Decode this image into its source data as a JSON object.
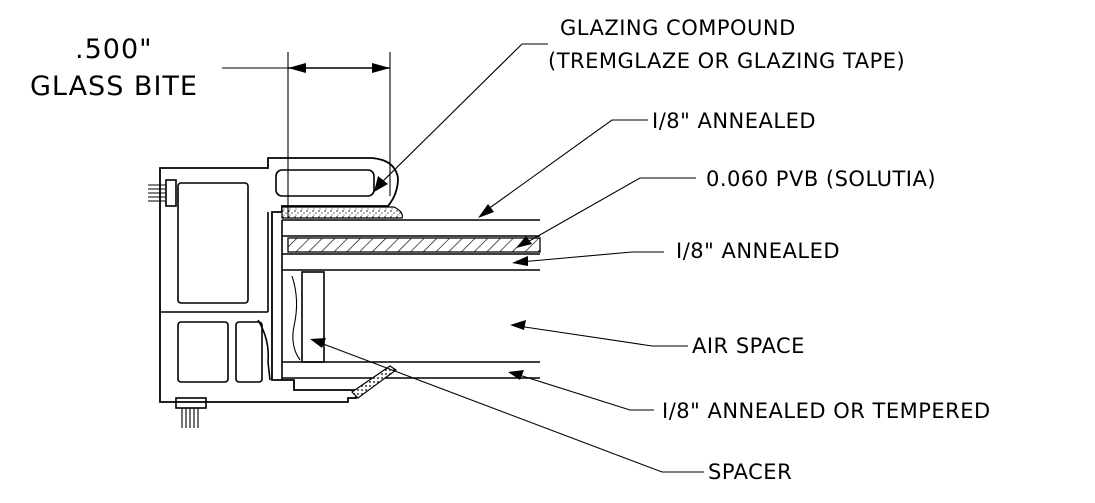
{
  "diagram": {
    "dimension": {
      "value": ".500\"",
      "label": "GLASS BITE"
    },
    "callouts": [
      {
        "id": "glazing-compound",
        "lines": [
          "GLAZING COMPOUND",
          "(TREMGLAZE OR GLAZING TAPE)"
        ]
      },
      {
        "id": "lite-outer",
        "lines": [
          "I/8\" ANNEALED"
        ]
      },
      {
        "id": "interlayer",
        "lines": [
          "0.060 PVB (SOLUTIA)"
        ]
      },
      {
        "id": "lite-inner",
        "lines": [
          "I/8\" ANNEALED"
        ]
      },
      {
        "id": "air-space",
        "lines": [
          "AIR SPACE"
        ]
      },
      {
        "id": "lite-bottom",
        "lines": [
          "I/8\" ANNEALED OR TEMPERED"
        ]
      },
      {
        "id": "spacer",
        "lines": [
          "SPACER"
        ]
      }
    ],
    "colors": {
      "ink": "#000000",
      "paper": "#ffffff"
    }
  }
}
